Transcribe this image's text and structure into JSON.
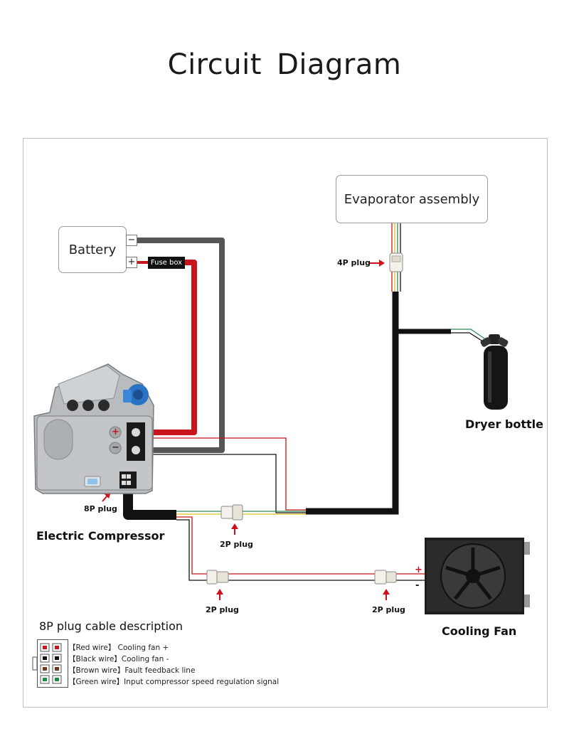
{
  "title": "Circuit  Diagram",
  "components": {
    "battery": {
      "label": "Battery",
      "minus": "−",
      "plus": "+"
    },
    "fuse_box": "Fuse  box",
    "evaporator": "Evaporator assembly",
    "dryer_bottle": "Dryer bottle",
    "compressor": "Electric Compressor",
    "cooling_fan": "Cooling Fan"
  },
  "plugs": {
    "evaporator_plug": "4P plug",
    "compressor_plug": "8P plug",
    "center_plug": "2P plug",
    "left_plug": "2P plug",
    "right_plug": "2P plug"
  },
  "fan_polarity": {
    "plus": "+",
    "minus": "-"
  },
  "compressor_terminals": {
    "plus": "+",
    "minus": "−"
  },
  "cable_description": {
    "title": "8P plug cable description",
    "rows": [
      "【Red wire】 Cooling fan +",
      "【Black wire】Cooling fan -",
      "【Brown wire】Fault feedback line",
      "【Green wire】Input compressor speed regulation signal"
    ]
  },
  "colors": {
    "red_wire": "#c8141b",
    "black_wire": "#111111",
    "gray_wire": "#555555",
    "arrow": "#d0111b",
    "green_wire": "#2e8b57",
    "yellow_wire": "#d9c21a"
  }
}
